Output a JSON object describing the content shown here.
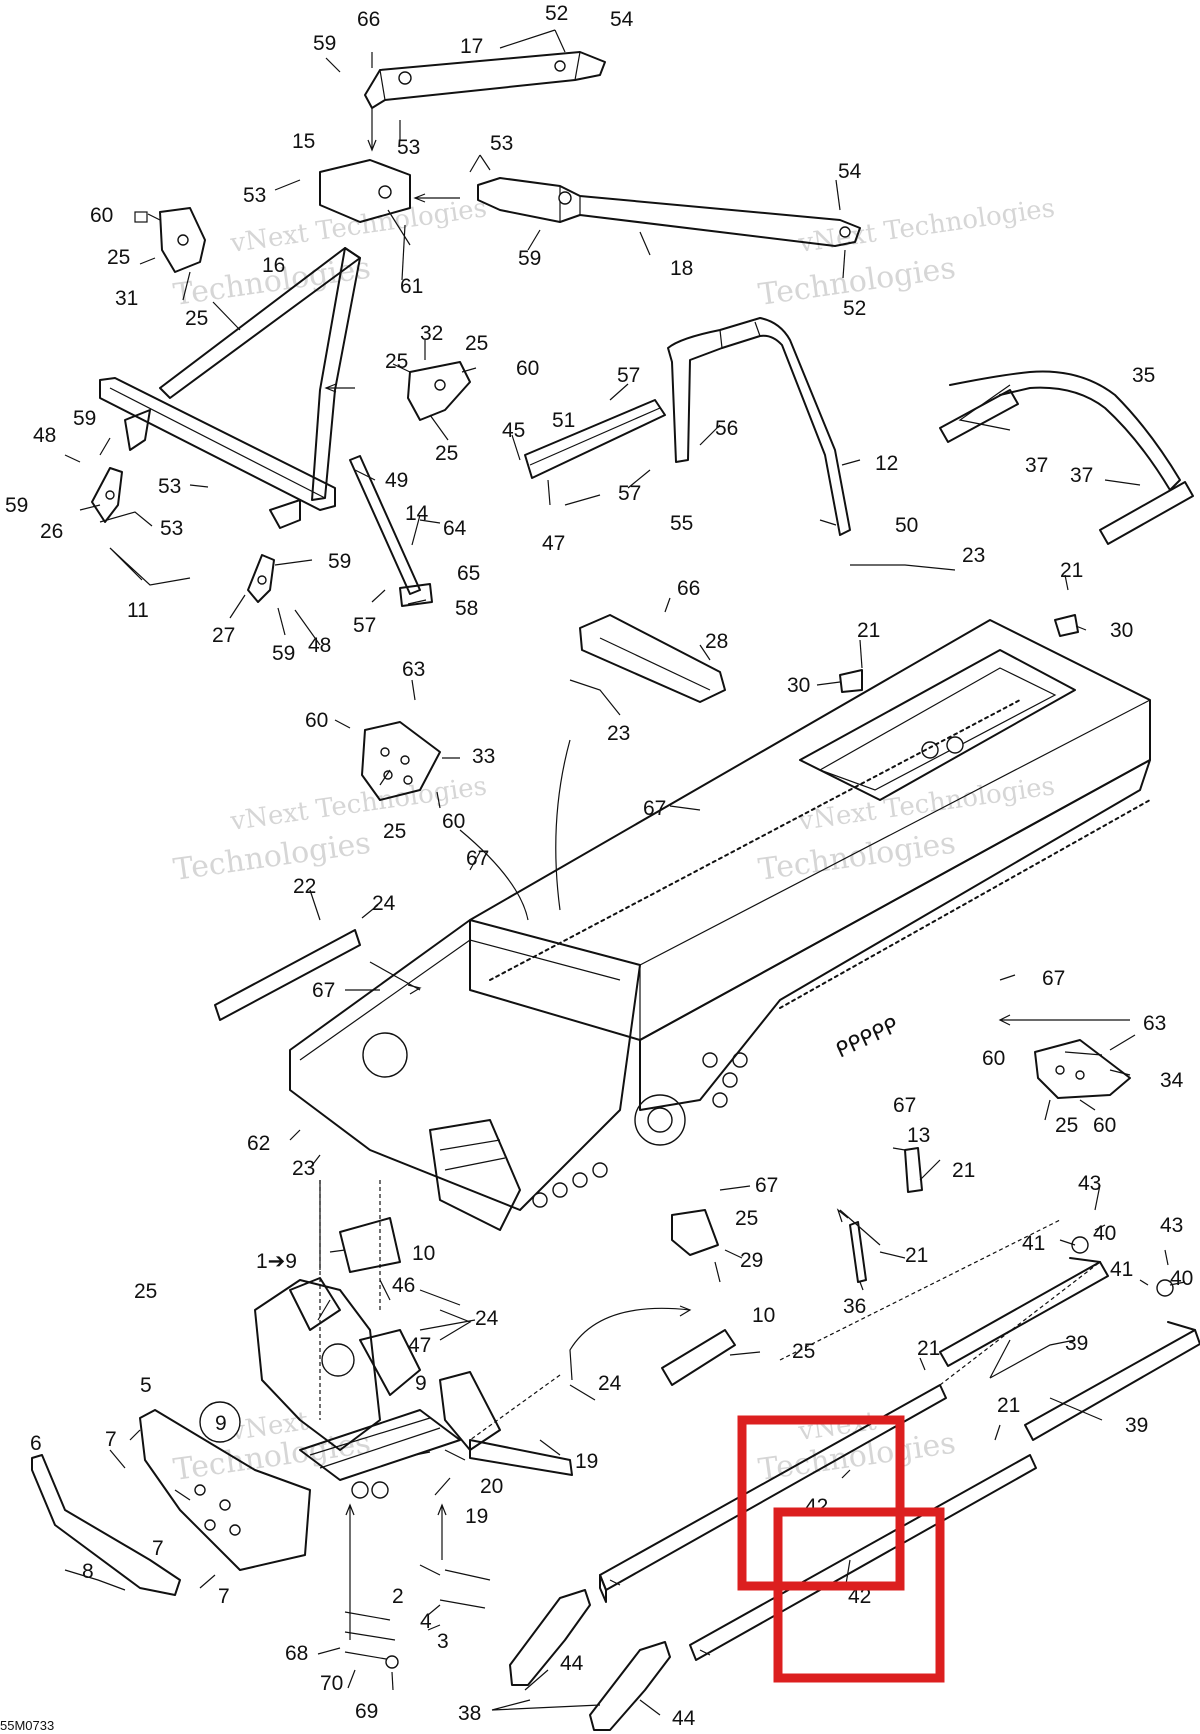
{
  "diagram": {
    "drawing_code": "55M0733",
    "watermark_text": "vNext Technologies",
    "highlight_color": "#dc1f1f",
    "callouts": [
      {
        "id": "c66a",
        "text": "66"
      },
      {
        "id": "c52a",
        "text": "52"
      },
      {
        "id": "c54a",
        "text": "54"
      },
      {
        "id": "c59a",
        "text": "59"
      },
      {
        "id": "c17",
        "text": "17"
      },
      {
        "id": "c53a",
        "text": "53"
      },
      {
        "id": "c15",
        "text": "15"
      },
      {
        "id": "c53b",
        "text": "53"
      },
      {
        "id": "c53c",
        "text": "53"
      },
      {
        "id": "c54b",
        "text": "54"
      },
      {
        "id": "c60a",
        "text": "60"
      },
      {
        "id": "c25a",
        "text": "25"
      },
      {
        "id": "c16",
        "text": "16"
      },
      {
        "id": "c31",
        "text": "31"
      },
      {
        "id": "c25b",
        "text": "25"
      },
      {
        "id": "c61",
        "text": "61"
      },
      {
        "id": "c59b",
        "text": "59"
      },
      {
        "id": "c18",
        "text": "18"
      },
      {
        "id": "c52b",
        "text": "52"
      },
      {
        "id": "c32",
        "text": "32"
      },
      {
        "id": "c25c",
        "text": "25"
      },
      {
        "id": "c25d",
        "text": "25"
      },
      {
        "id": "c60b",
        "text": "60"
      },
      {
        "id": "c25e",
        "text": "25"
      },
      {
        "id": "c57a",
        "text": "57"
      },
      {
        "id": "c35",
        "text": "35"
      },
      {
        "id": "c59c",
        "text": "59"
      },
      {
        "id": "c48a",
        "text": "48"
      },
      {
        "id": "c45",
        "text": "45"
      },
      {
        "id": "c51",
        "text": "51"
      },
      {
        "id": "c56",
        "text": "56"
      },
      {
        "id": "c12",
        "text": "12"
      },
      {
        "id": "c37a",
        "text": "37"
      },
      {
        "id": "c37b",
        "text": "37"
      },
      {
        "id": "c59d",
        "text": "59"
      },
      {
        "id": "c53d",
        "text": "53"
      },
      {
        "id": "c49",
        "text": "49"
      },
      {
        "id": "c57b",
        "text": "57"
      },
      {
        "id": "c55",
        "text": "55"
      },
      {
        "id": "c26",
        "text": "26"
      },
      {
        "id": "c53e",
        "text": "53"
      },
      {
        "id": "c14",
        "text": "14"
      },
      {
        "id": "c50",
        "text": "50"
      },
      {
        "id": "c47a",
        "text": "47"
      },
      {
        "id": "c64",
        "text": "64"
      },
      {
        "id": "c59e",
        "text": "59"
      },
      {
        "id": "c65",
        "text": "65"
      },
      {
        "id": "c11",
        "text": "11"
      },
      {
        "id": "c27",
        "text": "27"
      },
      {
        "id": "c57c",
        "text": "57"
      },
      {
        "id": "c58",
        "text": "58"
      },
      {
        "id": "c59f",
        "text": "59"
      },
      {
        "id": "c48b",
        "text": "48"
      },
      {
        "id": "c23a",
        "text": "23"
      },
      {
        "id": "c21a",
        "text": "21"
      },
      {
        "id": "c66b",
        "text": "66"
      },
      {
        "id": "c21b",
        "text": "21"
      },
      {
        "id": "c30a",
        "text": "30"
      },
      {
        "id": "c28",
        "text": "28"
      },
      {
        "id": "c30b",
        "text": "30"
      },
      {
        "id": "c63a",
        "text": "63"
      },
      {
        "id": "c60c",
        "text": "60"
      },
      {
        "id": "c23b",
        "text": "23"
      },
      {
        "id": "c33",
        "text": "33"
      },
      {
        "id": "c60d",
        "text": "60"
      },
      {
        "id": "c25f",
        "text": "25"
      },
      {
        "id": "c67a",
        "text": "67"
      },
      {
        "id": "c67b",
        "text": "67"
      },
      {
        "id": "c22",
        "text": "22"
      },
      {
        "id": "c24a",
        "text": "24"
      },
      {
        "id": "c67c",
        "text": "67"
      },
      {
        "id": "c67d",
        "text": "67"
      },
      {
        "id": "c63b",
        "text": "63"
      },
      {
        "id": "c60e",
        "text": "60"
      },
      {
        "id": "c34",
        "text": "34"
      },
      {
        "id": "c67e",
        "text": "67"
      },
      {
        "id": "c25g",
        "text": "25"
      },
      {
        "id": "c60f",
        "text": "60"
      },
      {
        "id": "c62",
        "text": "62"
      },
      {
        "id": "c13",
        "text": "13"
      },
      {
        "id": "c23c",
        "text": "23"
      },
      {
        "id": "c21c",
        "text": "21"
      },
      {
        "id": "c67f",
        "text": "67"
      },
      {
        "id": "c43a",
        "text": "43"
      },
      {
        "id": "c25h",
        "text": "25"
      },
      {
        "id": "c41a",
        "text": "41"
      },
      {
        "id": "c40a",
        "text": "40"
      },
      {
        "id": "c10a",
        "text": "10"
      },
      {
        "id": "c29",
        "text": "29"
      },
      {
        "id": "c21d",
        "text": "21"
      },
      {
        "id": "c43b",
        "text": "43"
      },
      {
        "id": "c19a",
        "text": "1➔9"
      },
      {
        "id": "c41b",
        "text": "41"
      },
      {
        "id": "c40b",
        "text": "40"
      },
      {
        "id": "c25i",
        "text": "25"
      },
      {
        "id": "c46",
        "text": "46"
      },
      {
        "id": "c36",
        "text": "36"
      },
      {
        "id": "c24b",
        "text": "24"
      },
      {
        "id": "c10b",
        "text": "10"
      },
      {
        "id": "c47b",
        "text": "47"
      },
      {
        "id": "c25j",
        "text": "25"
      },
      {
        "id": "c21e",
        "text": "21"
      },
      {
        "id": "c39a",
        "text": "39"
      },
      {
        "id": "c24c",
        "text": "24"
      },
      {
        "id": "c5",
        "text": "5"
      },
      {
        "id": "c9a",
        "text": "9"
      },
      {
        "id": "c21f",
        "text": "21"
      },
      {
        "id": "c39b",
        "text": "39"
      },
      {
        "id": "c9b",
        "text": "9"
      },
      {
        "id": "c6",
        "text": "6"
      },
      {
        "id": "c7a",
        "text": "7"
      },
      {
        "id": "c19b",
        "text": "19"
      },
      {
        "id": "c20",
        "text": "20"
      },
      {
        "id": "c42a",
        "text": "42"
      },
      {
        "id": "c19c",
        "text": "19"
      },
      {
        "id": "c7b",
        "text": "7"
      },
      {
        "id": "c8",
        "text": "8"
      },
      {
        "id": "c7c",
        "text": "7"
      },
      {
        "id": "c42b",
        "text": "42"
      },
      {
        "id": "c2",
        "text": "2"
      },
      {
        "id": "c4",
        "text": "4"
      },
      {
        "id": "c3",
        "text": "3"
      },
      {
        "id": "c68",
        "text": "68"
      },
      {
        "id": "c44a",
        "text": "44"
      },
      {
        "id": "c70",
        "text": "70"
      },
      {
        "id": "c38",
        "text": "38"
      },
      {
        "id": "c44b",
        "text": "44"
      },
      {
        "id": "c69",
        "text": "69"
      }
    ]
  }
}
